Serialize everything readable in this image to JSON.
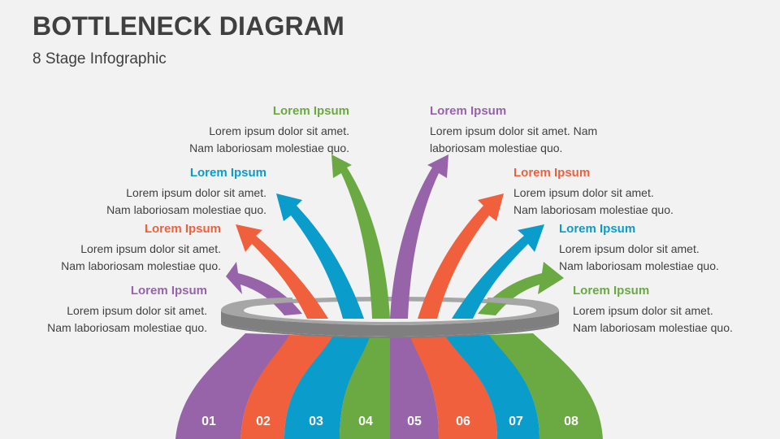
{
  "header": {
    "title": "BOTTLENECK DIAGRAM",
    "subtitle": "8 Stage Infographic"
  },
  "colors": {
    "purple": "#9763a9",
    "orange": "#f1603d",
    "blue": "#0a9ccb",
    "green": "#6ba942",
    "ring_top": "#a6a6a6",
    "ring_side": "#808080",
    "text": "#404040",
    "background": "#f2f2f2"
  },
  "stages": [
    {
      "number": "01",
      "color": "#9763a9",
      "heading": "Lorem Ipsum",
      "line1": "Lorem ipsum dolor sit amet.",
      "line2": "Nam laboriosam molestiae quo."
    },
    {
      "number": "02",
      "color": "#f1603d",
      "heading": "Lorem Ipsum",
      "line1": "Lorem ipsum dolor sit amet.",
      "line2": "Nam laboriosam molestiae quo."
    },
    {
      "number": "03",
      "color": "#0a9ccb",
      "heading": "Lorem Ipsum",
      "line1": "Lorem ipsum dolor sit amet.",
      "line2": "Nam laboriosam molestiae quo."
    },
    {
      "number": "04",
      "color": "#6ba942",
      "heading": "Lorem Ipsum",
      "line1": "Lorem ipsum dolor sit amet.",
      "line2": "Nam laboriosam molestiae quo."
    },
    {
      "number": "05",
      "color": "#9763a9",
      "heading": "Lorem Ipsum",
      "line1": "Lorem ipsum dolor sit amet. Nam",
      "line2": "laboriosam molestiae quo."
    },
    {
      "number": "06",
      "color": "#f1603d",
      "heading": "Lorem Ipsum",
      "line1": "Lorem ipsum dolor sit amet.",
      "line2": "Nam laboriosam molestiae quo."
    },
    {
      "number": "07",
      "color": "#0a9ccb",
      "heading": "Lorem Ipsum",
      "line1": "Lorem ipsum dolor sit amet.",
      "line2": "Nam laboriosam molestiae quo."
    },
    {
      "number": "08",
      "color": "#6ba942",
      "heading": "Lorem Ipsum",
      "line1": "Lorem ipsum dolor sit amet.",
      "line2": "Nam laboriosam molestiae quo."
    }
  ]
}
